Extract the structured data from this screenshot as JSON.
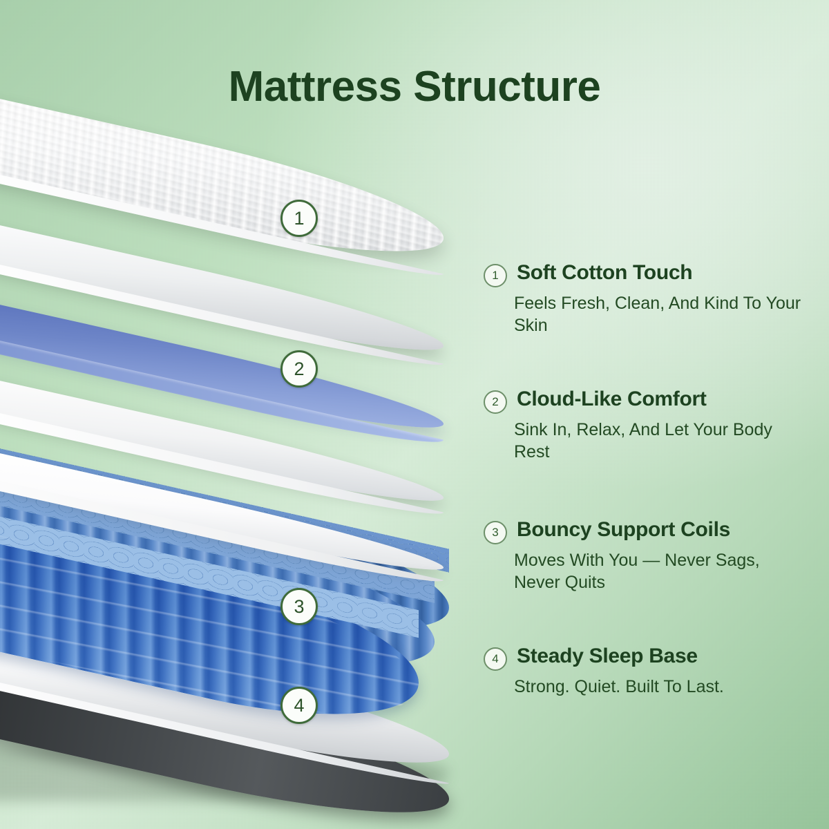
{
  "page": {
    "title": "Mattress Structure",
    "title_color": "#1d4220",
    "background_colors": [
      "#a8cfab",
      "#d6ecd7",
      "#96c49a"
    ],
    "accent_green": "#3f6b3a"
  },
  "illustration": {
    "name": "exploded-mattress-diagram",
    "badges": [
      {
        "number": "1",
        "layer": "quilted-cover-layer"
      },
      {
        "number": "2",
        "layer": "blue-gel-foam-layer"
      },
      {
        "number": "3",
        "layer": "pocket-coil-layer"
      },
      {
        "number": "4",
        "layer": "base-foundation-layer"
      }
    ],
    "slabs": [
      {
        "name": "quilted-cover",
        "color": "#ffffff",
        "texture": "ribbed-quilt"
      },
      {
        "name": "white-foam-upper",
        "color": "#f3f4f5",
        "texture": "smooth-foam"
      },
      {
        "name": "blue-gel-foam",
        "color": "#6f85c4",
        "texture": "smooth-foam"
      },
      {
        "name": "white-foam-mid",
        "color": "#f1f2f3",
        "texture": "smooth-foam"
      },
      {
        "name": "white-foam-lower",
        "color": "#fafafa",
        "texture": "smooth-foam"
      },
      {
        "name": "pocket-coils",
        "color": "#4f7cc0",
        "texture": "pocketed-coils"
      },
      {
        "name": "base-foundation",
        "color": "#ffffff",
        "edge_color": "#3a3d3f",
        "texture": "smooth-base"
      }
    ]
  },
  "legend": {
    "items": [
      {
        "number": "1",
        "title": "Soft Cotton Touch",
        "desc": "Feels Fresh, Clean, And Kind To Your Skin"
      },
      {
        "number": "2",
        "title": "Cloud-Like Comfort",
        "desc": "Sink In, Relax, And Let Your Body Rest"
      },
      {
        "number": "3",
        "title": "Bouncy Support Coils",
        "desc": "Moves With You — Never Sags, Never Quits"
      },
      {
        "number": "4",
        "title": "Steady Sleep Base",
        "desc": "Strong. Quiet. Built To Last."
      }
    ]
  }
}
